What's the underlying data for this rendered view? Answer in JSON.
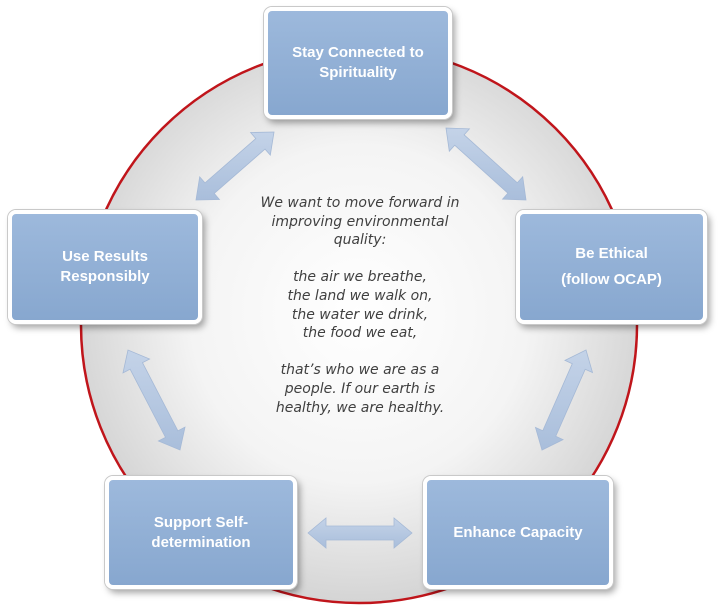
{
  "diagram": {
    "nodes": {
      "top": {
        "lines": [
          "Stay Connected to",
          "Spirituality"
        ]
      },
      "right": {
        "lines": [
          "Be Ethical",
          "(follow OCAP)"
        ]
      },
      "left": {
        "lines": [
          "Use Results",
          "Responsibly"
        ]
      },
      "bottom_left": {
        "lines": [
          "Support Self-",
          "determination"
        ]
      },
      "bottom_right": {
        "lines": [
          "Enhance Capacity"
        ]
      }
    },
    "center": {
      "paragraph1": [
        "We want to move forward in",
        "improving environmental",
        "quality:"
      ],
      "paragraph2": [
        "the air we breathe,",
        "the land we walk on,",
        "the water we drink,",
        "the food we eat,"
      ],
      "paragraph3": [
        "that’s who we are as a",
        "people. If our earth is",
        "healthy, we are healthy."
      ]
    },
    "colors": {
      "ring": "#c0151b",
      "circle_fill_center": "#ffffff",
      "circle_fill_edge": "#d3d3d3",
      "box_fill": "#8fadd3",
      "arrow_fill": "#b4c6e0",
      "text": "#404040"
    }
  }
}
